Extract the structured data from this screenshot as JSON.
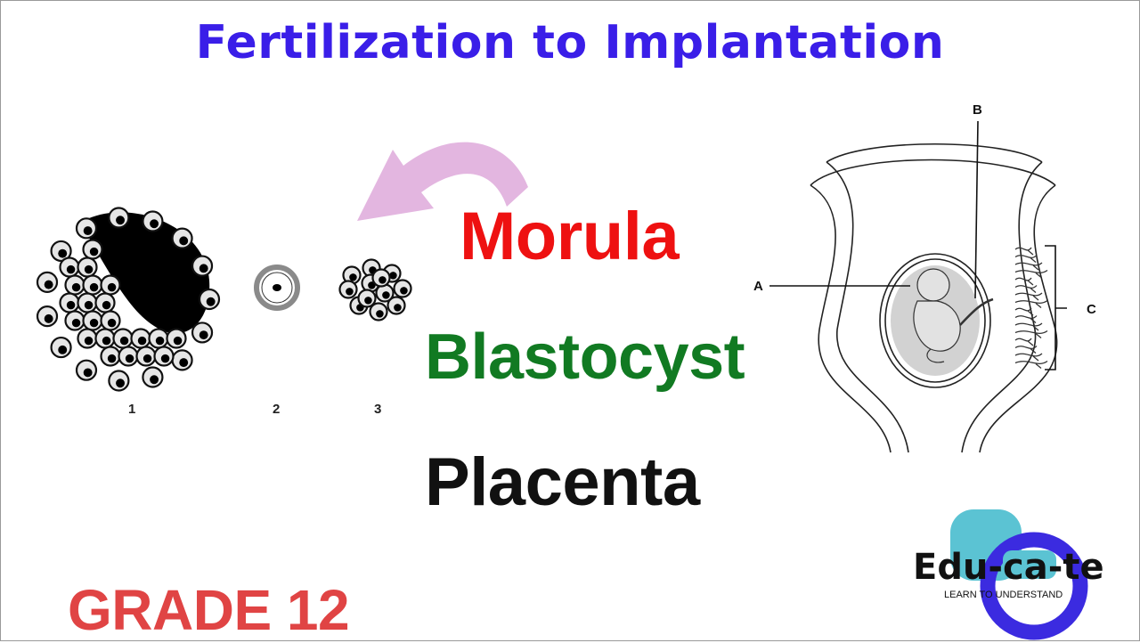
{
  "title": "Fertilization to Implantation",
  "terms": [
    {
      "text": "Morula",
      "color": "#ee1111"
    },
    {
      "text": "Blastocyst",
      "color": "#117a22"
    },
    {
      "text": "Placenta",
      "color": "#111111"
    }
  ],
  "grade": "GRADE 12",
  "left_diagram": {
    "labels": [
      "1",
      "2",
      "3"
    ]
  },
  "right_diagram": {
    "labels": {
      "a": "A",
      "b": "B",
      "c": "C"
    }
  },
  "logo": {
    "name": "Edu-ca-te",
    "tagline": "LEARN TO UNDERSTAND"
  },
  "colors": {
    "title": "#3a1ee8",
    "grade": "#e04444",
    "arrow": "#e3b6e0",
    "logo_teal": "#5bc3d3",
    "logo_blue": "#3b2be0"
  }
}
